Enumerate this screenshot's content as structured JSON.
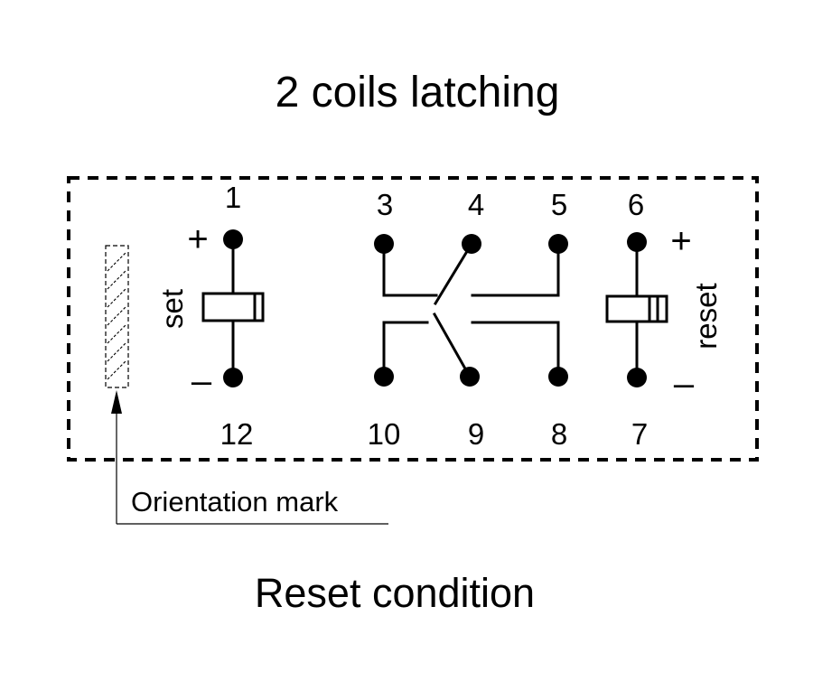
{
  "title": "2 coils latching",
  "caption": "Reset condition",
  "orientation_label": "Orientation mark",
  "coils": {
    "set": {
      "label": "set",
      "plus": "+",
      "minus": "–",
      "top_pin": "1",
      "bottom_pin": "12"
    },
    "reset": {
      "label": "reset",
      "plus": "+",
      "minus": "–",
      "top_pin": "6",
      "bottom_pin": "7"
    }
  },
  "pins": {
    "top": [
      "3",
      "4",
      "5"
    ],
    "bottom": [
      "10",
      "9",
      "8"
    ]
  }
}
